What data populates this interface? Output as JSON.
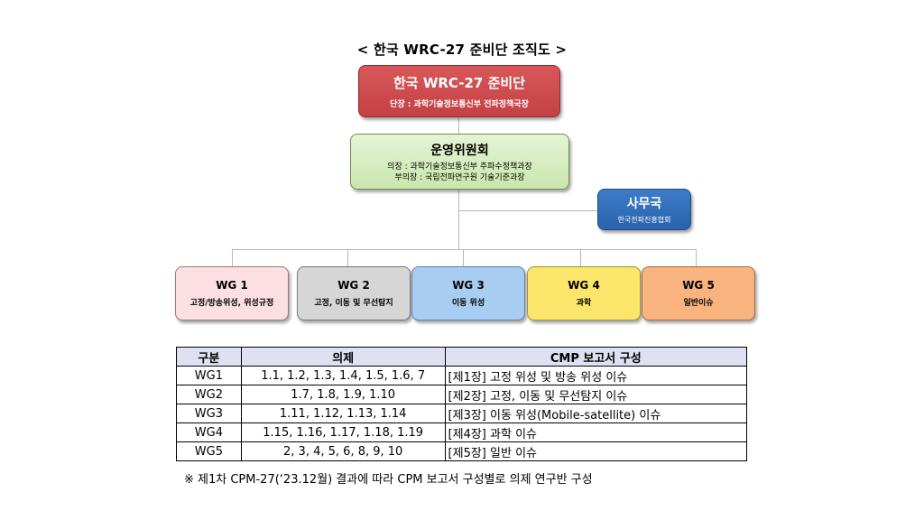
{
  "title": "< 한국 WRC-27 준비단 조직도 >",
  "org": {
    "top": {
      "name": "한국 WRC-27 준비단",
      "sub": "단장 : 과학기술정보통신부 전파정책국장",
      "color": "#c9474a"
    },
    "committee": {
      "name": "운영위원회",
      "chair": "의장 : 과학기술정보통신부 주파수정책과장",
      "vice": "부의장 : 국립전파연구원 기술기준과장",
      "color": "#d6edc0"
    },
    "secretariat": {
      "name": "사무국",
      "sub": "한국전파진흥협회",
      "color": "#2f6db5"
    },
    "wgs": [
      {
        "name": "WG 1",
        "desc": "고정/방송위성, 위성규정",
        "color": "#fbdfe2"
      },
      {
        "name": "WG 2",
        "desc": "고정, 이동 및 무선탐지",
        "color": "#d6d6d6"
      },
      {
        "name": "WG 3",
        "desc": "이동 위성",
        "color": "#a9cdf1"
      },
      {
        "name": "WG 4",
        "desc": "과학",
        "color": "#fbe56a"
      },
      {
        "name": "WG 5",
        "desc": "일반이슈",
        "color": "#f9b37e"
      }
    ]
  },
  "table": {
    "headers": [
      "구분",
      "의제",
      "CMP 보고서 구성"
    ],
    "rows": [
      [
        "WG1",
        "1.1, 1.2, 1.3, 1.4, 1.5, 1.6, 7",
        "[제1장] 고정 위성 및 방송 위성 이슈"
      ],
      [
        "WG2",
        "1.7, 1.8, 1.9, 1.10",
        "[제2장] 고정, 이동 및 무선탐지 이슈"
      ],
      [
        "WG3",
        "1.11, 1.12, 1.13, 1.14",
        "[제3장] 이동 위성(Mobile-satellite) 이슈"
      ],
      [
        "WG4",
        "1.15, 1.16, 1.17, 1.18, 1.19",
        "[제4장] 과학 이슈"
      ],
      [
        "WG5",
        "2, 3, 4, 5, 6, 8, 9, 10",
        "[제5장] 일반 이슈"
      ]
    ]
  },
  "note": "※ 제1차 CPM-27(‘23.12월) 결과에 따라 CPM 보고서 구성별로 의제 연구반 구성"
}
